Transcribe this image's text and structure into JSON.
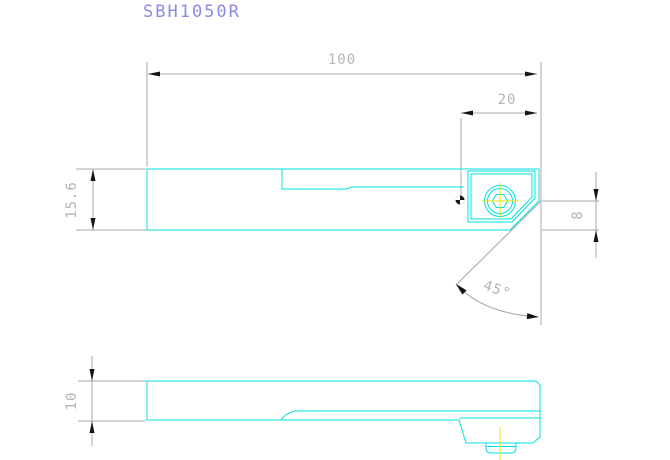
{
  "title": {
    "text": "SBH1050R"
  },
  "dimensions": {
    "overall_length": "100",
    "head_length": "20",
    "body_width": "15.6",
    "cutting_edge_height": "8",
    "lead_angle": "45°",
    "shank_height": "10"
  },
  "colors": {
    "outline": "#00e0e0",
    "centerline": "#f0e400",
    "dimension": "#a8a8a8",
    "dim_text": "#b4b4b4",
    "arrow": "#151515",
    "title": "#8a8ae6",
    "background": "#ffffff"
  }
}
